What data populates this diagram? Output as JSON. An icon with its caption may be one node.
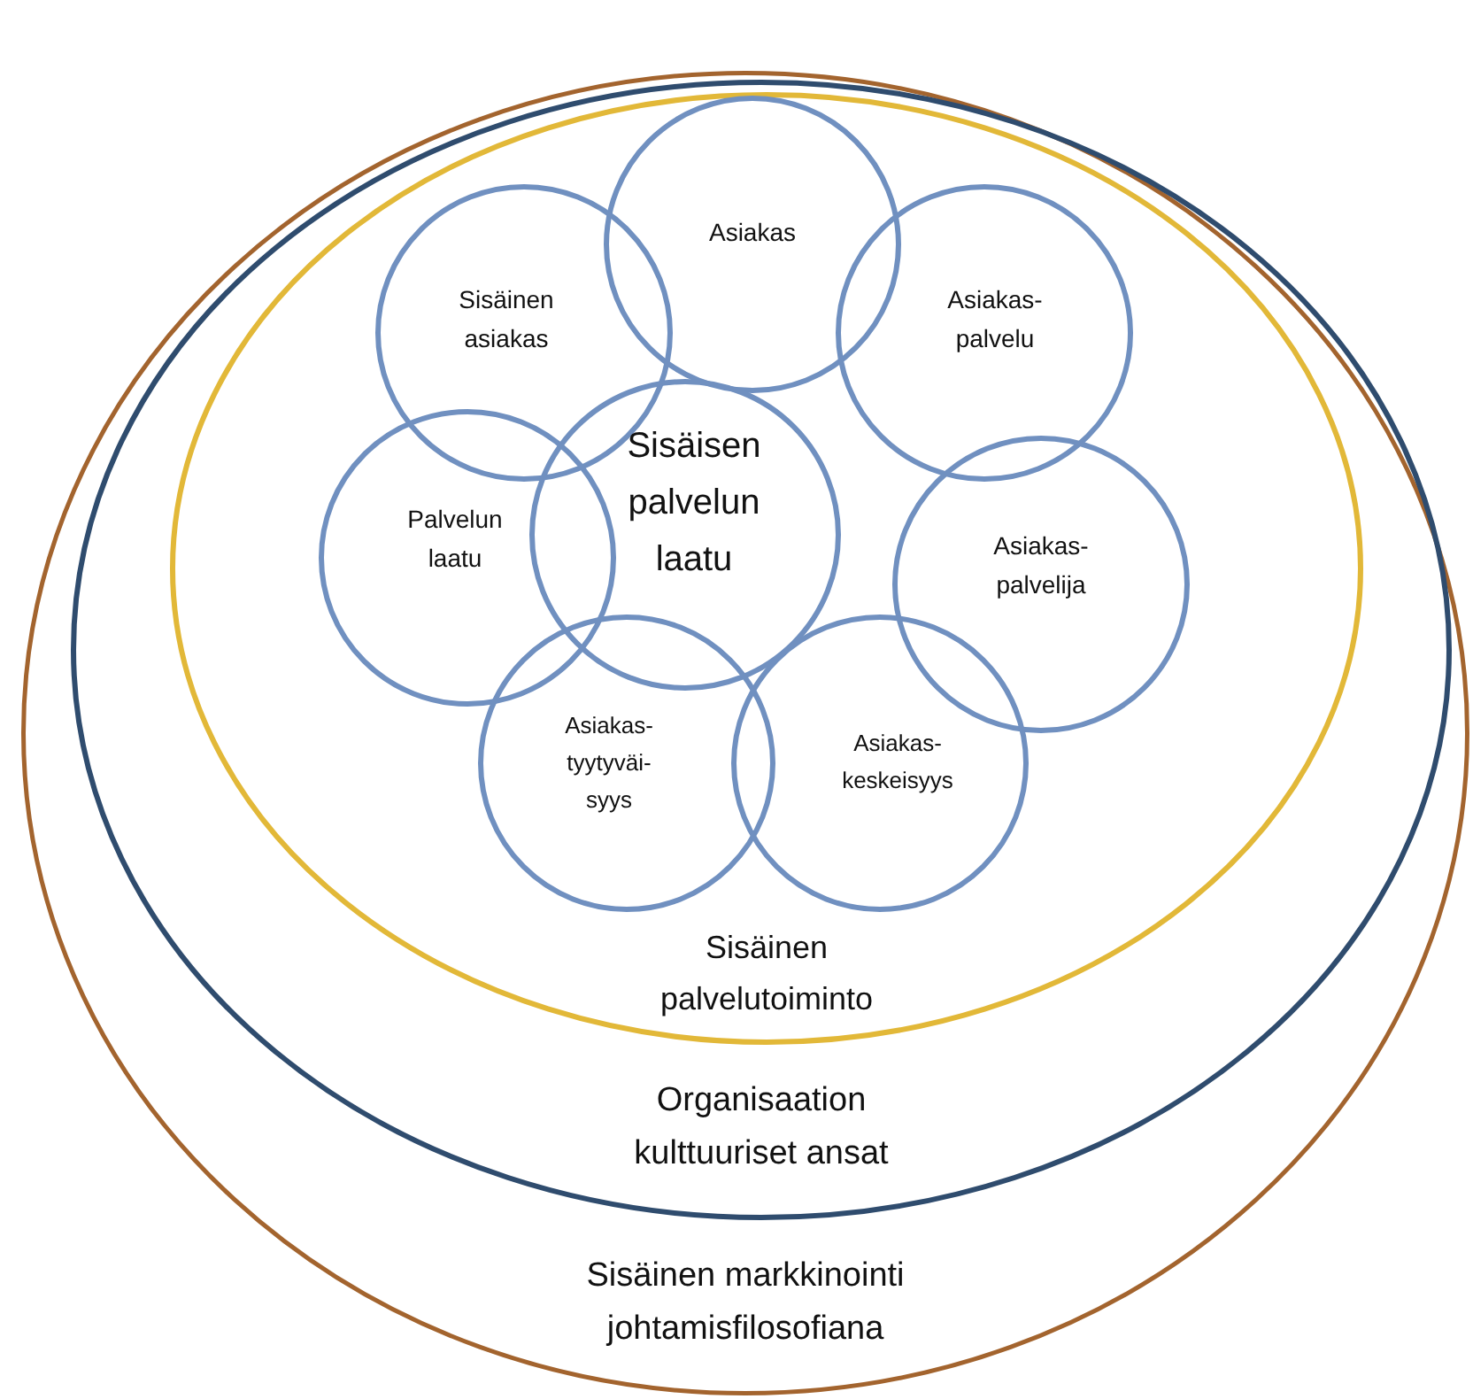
{
  "diagram": {
    "nodes": [
      {
        "text": [
          "Sisäinen markkinointi johtamisfilosofiana"
        ]
      },
      {
        "text": [
          "Organisaation kulttuuriset ansat"
        ],
        "in": 0
      },
      {
        "text": [
          "Sisäinen palvelutoiminto"
        ],
        "in": 1
      },
      {
        "text": [
          "Asiakas"
        ],
        "in": 2
      },
      {
        "text": [
          "Sisäinen asiakas"
        ],
        "in": 2
      },
      {
        "text": [
          "Asiakas- palvelu"
        ],
        "in": 2
      },
      {
        "text": [
          "Sisäisen palvelun laatu"
        ],
        "in": 2
      },
      {
        "text": [
          "Palvelun laatu"
        ],
        "in": 2
      },
      {
        "text": [
          "Asiakas- palvelija"
        ],
        "in": 2
      },
      {
        "text": [
          "Asiakas- tyytyväi- syys"
        ],
        "in": 2
      },
      {
        "text": [
          "Asiakas- keskeisyys"
        ],
        "in": 2
      }
    ],
    "edges": []
  }
}
